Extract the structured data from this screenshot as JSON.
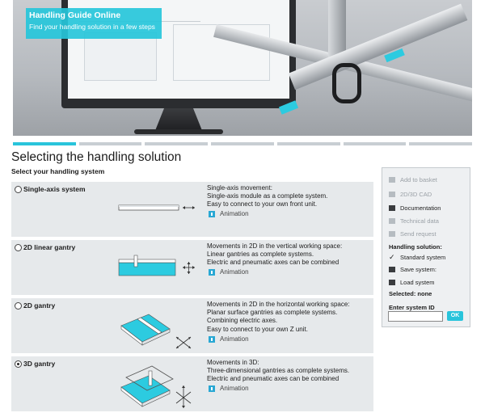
{
  "hero": {
    "title": "Handling Guide Online",
    "subtitle": "Find your handling solution in a few steps"
  },
  "steps": {
    "count": 7,
    "active_index": 0
  },
  "page": {
    "title": "Selecting the handling solution",
    "subtitle": "Select your handling system"
  },
  "options": [
    {
      "name": "Single-axis system",
      "selected": false,
      "lines": [
        "Single-axis movement:",
        "Single-axis module as a complete system.",
        "Easy to connect to your own front unit."
      ],
      "animation": "Animation"
    },
    {
      "name": "2D linear gantry",
      "selected": false,
      "lines": [
        "Movements in 2D in the vertical working space:",
        "Linear gantries as complete systems.",
        "Electric and pneumatic axes can be combined"
      ],
      "animation": "Animation"
    },
    {
      "name": "2D gantry",
      "selected": false,
      "lines": [
        "Movements in 2D in the horizontal working space:",
        "Planar surface gantries as complete systems.",
        "Combining electric axes.",
        "Easy to connect to your own Z unit."
      ],
      "animation": "Animation"
    },
    {
      "name": "3D gantry",
      "selected": true,
      "lines": [
        "Movements in 3D:",
        "Three-dimensional gantries as complete systems.",
        "Electric and pneumatic axes can be combined"
      ],
      "animation": "Animation"
    }
  ],
  "sidebar": {
    "add_to_basket": "Add to basket",
    "cad": "2D/3D CAD",
    "documentation": "Documentation",
    "technical_data": "Technical data",
    "send_request": "Send request",
    "solution_heading": "Handling solution:",
    "standard_system": "Standard system",
    "save_system": "Save system:",
    "load_system": "Load system",
    "selected": "Selected: none",
    "enter_id": "Enter system ID",
    "ok": "OK"
  },
  "colors": {
    "accent": "#29c4db",
    "panel": "#e6e9eb"
  }
}
